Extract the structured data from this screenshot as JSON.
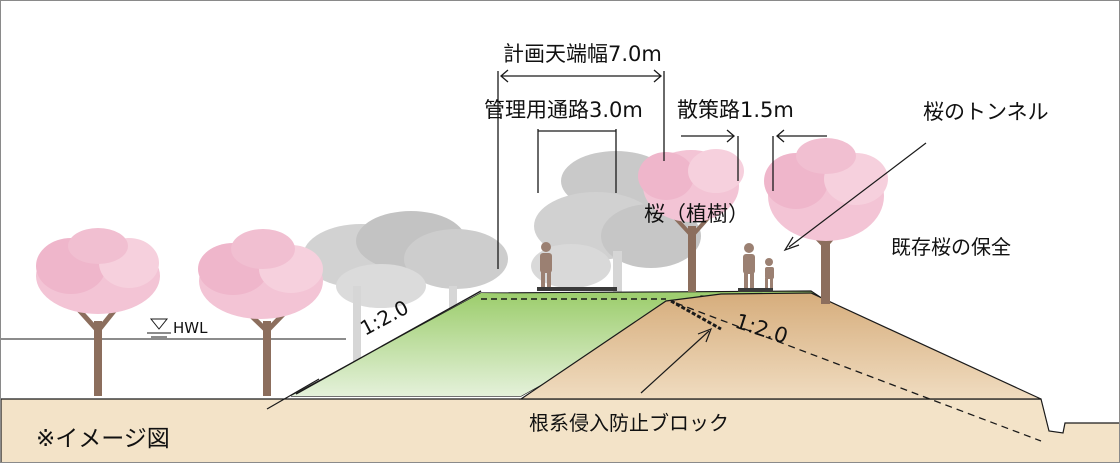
{
  "labels": {
    "crest_width": "計画天端幅7.0m",
    "management_road": "管理用通路3.0m",
    "promenade": "散策路1.5m",
    "cherry_tunnel": "桜のトンネル",
    "cherry_planting": "桜（植樹）",
    "existing_cherry": "既存桜の保全",
    "hwl": "HWL",
    "slope_left": "1:2.0",
    "slope_right": "1:2.0",
    "root_block": "根系侵入防止ブロック",
    "image_note": "※イメージ図"
  },
  "colors": {
    "frame": "#8a8a8a",
    "ground": "#f3e3c8",
    "levee_new": "#dcb98c",
    "levee_old": "#a9d27d",
    "levee_old_light": "#d6ebc5",
    "cherry_blossom": "#f3c4d5",
    "cherry_blossom_dark": "#e9a7bf",
    "gray_tree": "#b8b8b8",
    "trunk": "#8c6e5d",
    "person": "#9b8072",
    "line": "#1a1a1a"
  }
}
